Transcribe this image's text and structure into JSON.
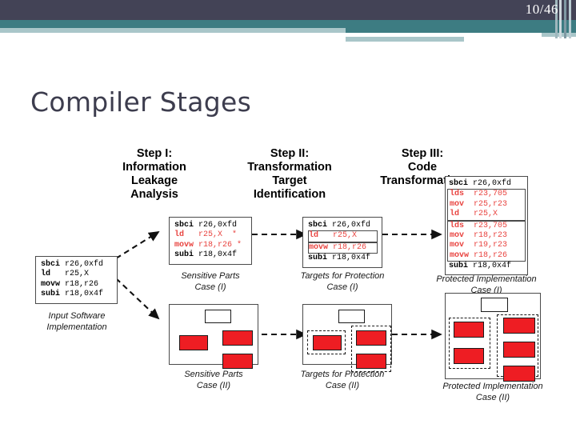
{
  "slide": {
    "page_number": "10/46",
    "title": "Compiler Stages"
  },
  "diagram": {
    "steps": [
      {
        "id": "step-1",
        "label": "Step I:\nInformation\nLeakage\nAnalysis"
      },
      {
        "id": "step-2",
        "label": "Step II:\nTransformation\nTarget\nIdentification"
      },
      {
        "id": "step-3",
        "label": "Step III:\nCode\nTransformation"
      }
    ],
    "input_block": {
      "caption": "Input Software\nImplementation",
      "lines": [
        {
          "mnemonic": "sbci",
          "operands": "r26,0xfd",
          "highlight": false
        },
        {
          "mnemonic": "ld",
          "operands": "r25,X",
          "highlight": false
        },
        {
          "mnemonic": "movw",
          "operands": "r18,r26",
          "highlight": false
        },
        {
          "mnemonic": "subi",
          "operands": "r18,0x4f",
          "highlight": false
        }
      ]
    },
    "case1": {
      "step1": {
        "caption": "Sensitive Parts\nCase (I)",
        "lines": [
          {
            "mnemonic": "sbci",
            "operands": "r26,0xfd",
            "marker": "",
            "highlight": false
          },
          {
            "mnemonic": "ld",
            "operands": "r25,X",
            "marker": "*",
            "highlight": true
          },
          {
            "mnemonic": "movw",
            "operands": "r18,r26",
            "marker": "*",
            "highlight": true
          },
          {
            "mnemonic": "subi",
            "operands": "r18,0x4f",
            "marker": "",
            "highlight": false
          }
        ]
      },
      "step2": {
        "caption": "Targets for Protection\nCase (I)",
        "lines": [
          {
            "mnemonic": "sbci",
            "operands": "r26,0xfd",
            "highlight": false,
            "boxed": false
          },
          {
            "mnemonic": "ld",
            "operands": "r25,X",
            "highlight": true,
            "boxed": true
          },
          {
            "mnemonic": "movw",
            "operands": "r18,r26",
            "highlight": true,
            "boxed": true
          },
          {
            "mnemonic": "subi",
            "operands": "r18,0x4f",
            "highlight": false,
            "boxed": false
          }
        ]
      },
      "step3": {
        "caption": "Protected Implementation\nCase (I)",
        "head": {
          "mnemonic": "sbci",
          "operands": "r26,0xfd"
        },
        "group_a": [
          {
            "mnemonic": "lds",
            "operands": "r23,705"
          },
          {
            "mnemonic": "mov",
            "operands": "r25,r23"
          },
          {
            "mnemonic": "ld",
            "operands": "r25,X"
          }
        ],
        "group_b": [
          {
            "mnemonic": "lds",
            "operands": "r23,705"
          },
          {
            "mnemonic": "mov",
            "operands": "r18,r23"
          },
          {
            "mnemonic": "mov",
            "operands": "r19,r23"
          },
          {
            "mnemonic": "movw",
            "operands": "r18,r26"
          }
        ],
        "tail": {
          "mnemonic": "subi",
          "operands": "r18,0x4f"
        }
      }
    },
    "case2": {
      "step1": {
        "caption": "Sensitive Parts\nCase (II)"
      },
      "step2": {
        "caption": "Targets for Protection\nCase (II)"
      },
      "step3": {
        "caption": "Protected Implementation\nCase (II)"
      }
    },
    "colors": {
      "sensitive_node": "#ee1d23",
      "normal_node": "#ffffff",
      "highlight_text": "#e8433f"
    }
  }
}
